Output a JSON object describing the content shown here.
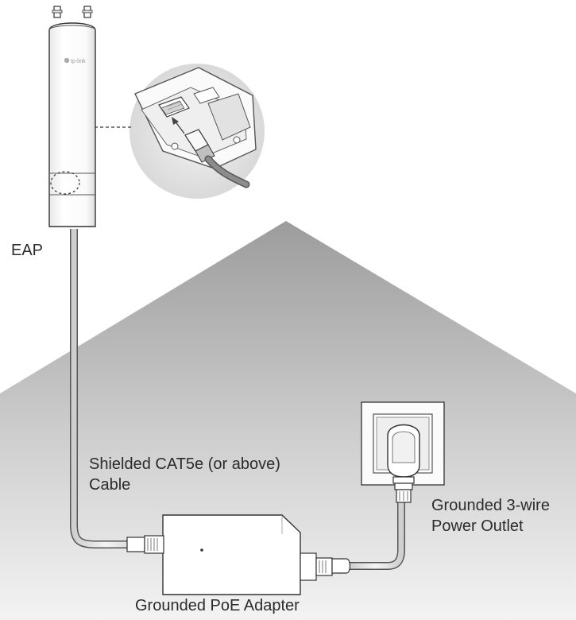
{
  "labels": {
    "eap": "EAP",
    "cable_line1": "Shielded CAT5e (or above)",
    "cable_line2": "Cable",
    "outlet_line1": "Grounded 3-wire",
    "outlet_line2": "Power Outlet",
    "adapter": "Grounded PoE Adapter",
    "logo": "tp-link"
  },
  "colors": {
    "house_top": "#9c9c9c",
    "house_bottom": "#f0f0f0",
    "device_fill": "#ffffff",
    "outline": "#333333"
  }
}
